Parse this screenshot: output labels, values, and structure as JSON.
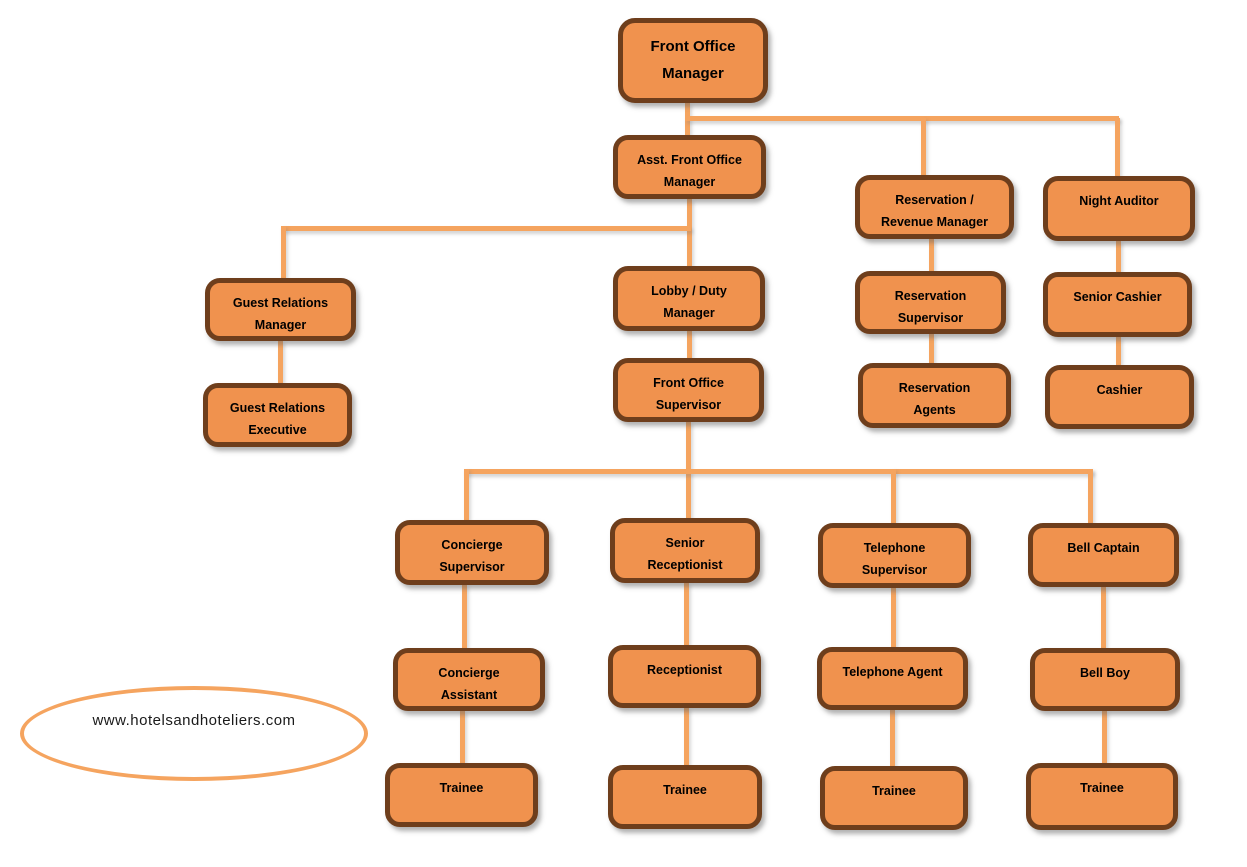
{
  "diagram_type": "org-chart",
  "colors": {
    "background": "#FFFFFF",
    "node_fill": "#F0924E",
    "node_border": "#6E3E1C",
    "node_text": "#000000",
    "connector": "#F5A45F",
    "watermark_stroke": "#F5A45F",
    "watermark_text": "#1A1A1A"
  },
  "watermark": {
    "url_text": "www.hotelsandhoteliers.com"
  },
  "nodes": {
    "fom": {
      "label": "Front Office Manager",
      "lines": [
        "Front Office",
        "Manager"
      ],
      "reports_to": null
    },
    "asst_fom": {
      "label": "Asst. Front Office Manager",
      "lines": [
        "Asst. Front Office",
        "Manager"
      ],
      "reports_to": "Front Office Manager"
    },
    "res_rev_mgr": {
      "label": "Reservation / Revenue Manager",
      "lines": [
        "Reservation /",
        "Revenue Manager"
      ],
      "reports_to": "Front Office Manager"
    },
    "night_auditor": {
      "label": "Night Auditor",
      "lines": [
        "Night Auditor"
      ],
      "reports_to": "Front Office Manager"
    },
    "grm": {
      "label": "Guest Relations Manager",
      "lines": [
        "Guest Relations",
        "Manager"
      ],
      "reports_to": "Asst. Front Office Manager"
    },
    "lobby_duty": {
      "label": "Lobby / Duty Manager",
      "lines": [
        "Lobby / Duty",
        "Manager"
      ],
      "reports_to": "Asst. Front Office Manager"
    },
    "res_sup": {
      "label": "Reservation Supervisor",
      "lines": [
        "Reservation",
        "Supervisor"
      ],
      "reports_to": "Reservation / Revenue Manager"
    },
    "senior_cashier": {
      "label": "Senior Cashier",
      "lines": [
        "Senior Cashier"
      ],
      "reports_to": "Night Auditor"
    },
    "gre": {
      "label": "Guest Relations Executive",
      "lines": [
        "Guest Relations",
        "Executive"
      ],
      "reports_to": "Guest Relations Manager"
    },
    "fos": {
      "label": "Front Office Supervisor",
      "lines": [
        "Front Office",
        "Supervisor"
      ],
      "reports_to": "Lobby / Duty Manager"
    },
    "res_agents": {
      "label": "Reservation Agents",
      "lines": [
        "Reservation",
        "Agents"
      ],
      "reports_to": "Reservation Supervisor"
    },
    "cashier": {
      "label": "Cashier",
      "lines": [
        "Cashier"
      ],
      "reports_to": "Senior Cashier"
    },
    "concierge_sup": {
      "label": "Concierge Supervisor",
      "lines": [
        "Concierge",
        "Supervisor"
      ],
      "reports_to": "Front Office Supervisor"
    },
    "senior_receptionist": {
      "label": "Senior Receptionist",
      "lines": [
        "Senior",
        "Receptionist"
      ],
      "reports_to": "Front Office Supervisor"
    },
    "tel_sup": {
      "label": "Telephone Supervisor",
      "lines": [
        "Telephone",
        "Supervisor"
      ],
      "reports_to": "Front Office Supervisor"
    },
    "bell_captain": {
      "label": "Bell Captain",
      "lines": [
        "Bell Captain"
      ],
      "reports_to": "Front Office Supervisor"
    },
    "concierge_asst": {
      "label": "Concierge Assistant",
      "lines": [
        "Concierge",
        "Assistant"
      ],
      "reports_to": "Concierge Supervisor"
    },
    "receptionist": {
      "label": "Receptionist",
      "lines": [
        "Receptionist"
      ],
      "reports_to": "Senior Receptionist"
    },
    "tel_agent": {
      "label": "Telephone Agent",
      "lines": [
        "Telephone Agent"
      ],
      "reports_to": "Telephone Supervisor"
    },
    "bell_boy": {
      "label": "Bell Boy",
      "lines": [
        "Bell Boy"
      ],
      "reports_to": "Bell Captain"
    },
    "trainee_concierge": {
      "label": "Trainee",
      "lines": [
        "Trainee"
      ],
      "reports_to": "Concierge Assistant"
    },
    "trainee_reception": {
      "label": "Trainee",
      "lines": [
        "Trainee"
      ],
      "reports_to": "Receptionist"
    },
    "trainee_telephone": {
      "label": "Trainee",
      "lines": [
        "Trainee"
      ],
      "reports_to": "Telephone Agent"
    },
    "trainee_bell": {
      "label": "Trainee",
      "lines": [
        "Trainee"
      ],
      "reports_to": "Bell Boy"
    }
  }
}
